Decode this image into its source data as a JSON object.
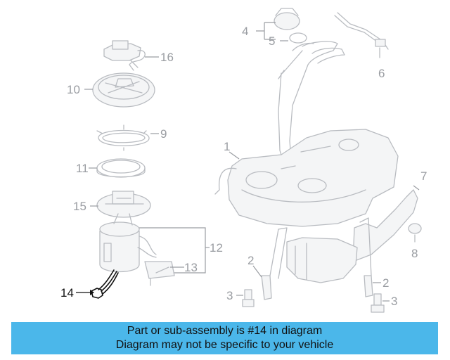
{
  "callouts": {
    "c1": "1",
    "c2a": "2",
    "c2b": "2",
    "c3a": "3",
    "c3b": "3",
    "c4": "4",
    "c5": "5",
    "c6": "6",
    "c7": "7",
    "c8": "8",
    "c9": "9",
    "c10": "10",
    "c11": "11",
    "c12": "12",
    "c13": "13",
    "c14": "14",
    "c15": "15",
    "c16": "16"
  },
  "highlighted_part": "14",
  "banner": {
    "line1": "Part or sub-assembly is #14 in diagram",
    "line2": "Diagram may not be specific to your vehicle"
  },
  "colors": {
    "banner_bg": "#4bb7ea",
    "ghost_line": "#b9bcc1",
    "highlight_line": "#111111"
  }
}
